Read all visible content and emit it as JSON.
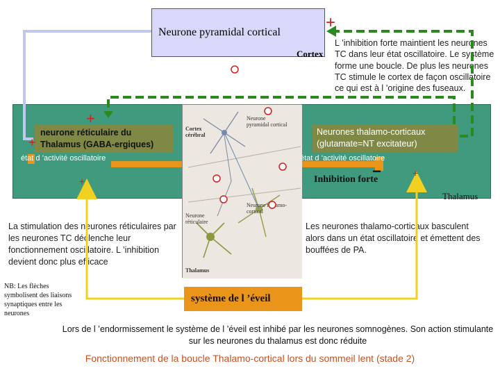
{
  "cortex": {
    "neuron_title": "Neurone  pyramidal cortical",
    "label": "Cortex"
  },
  "top_right_text": "L ’inhibition forte maintient les neurones TC dans leur état oscillatoire. Le système forme une boucle. De plus les neurones TC stimule le cortex de façon oscillatoire ce qui est à l ’origine des fuseaux.",
  "thalamus": {
    "reticular_label": "neurone réticulaire du Thalamus (GABA-ergiques)",
    "tc_label": "Neurones thalamo-corticaux (glutamate=NT excitateur)",
    "left_state": "état d ’activité oscillatoire",
    "right_state": "état d ’activité oscillatoire",
    "inhibition": "Inhibition forte",
    "label": "Thalamus"
  },
  "signs": {
    "plus": "+",
    "minus": "−"
  },
  "micrograph": {
    "cortex_cerebral": "Cortex cérébral",
    "pyramidal": "Neurone pyramidal cortical",
    "thalamo_cortical": "Neurone thalamo-cortical",
    "reticular": "Neurone réticulaire",
    "thalamus": "Thalamus"
  },
  "left_text": "La stimulation des neurones réticulaires par les neurones TC déclenche leur fonctionnement oscillatoire. L ’inhibition devient donc plus efficace",
  "right_text": "Les neurones thalamo-corticaux basculent  alors dans un état oscillatoire et émettent des bouffées de PA.",
  "nb_text": "NB: Les flèches symbolisent des liaisons synaptiques entre les neurones",
  "awake_label": "système de l ’éveil",
  "bottom_text": "Lors de l ’endormissement le système de l ’éveil est inhibé par les neurones somnogènes. Son action stimulante sur les neurones du thalamus est donc réduite",
  "title": "Fonctionnement de la boucle Thalamo-cortical lors du sommeil lent (stade 2)",
  "colors": {
    "thalamus_band": "#3f9a7e",
    "cortex_box": "#d8d8fb",
    "inhibition": "#e8951a",
    "excitation_green": "#2a8a1e",
    "yellow_arrow": "#f0d020",
    "title_color": "#c8501e",
    "red_sign": "#d02020"
  }
}
